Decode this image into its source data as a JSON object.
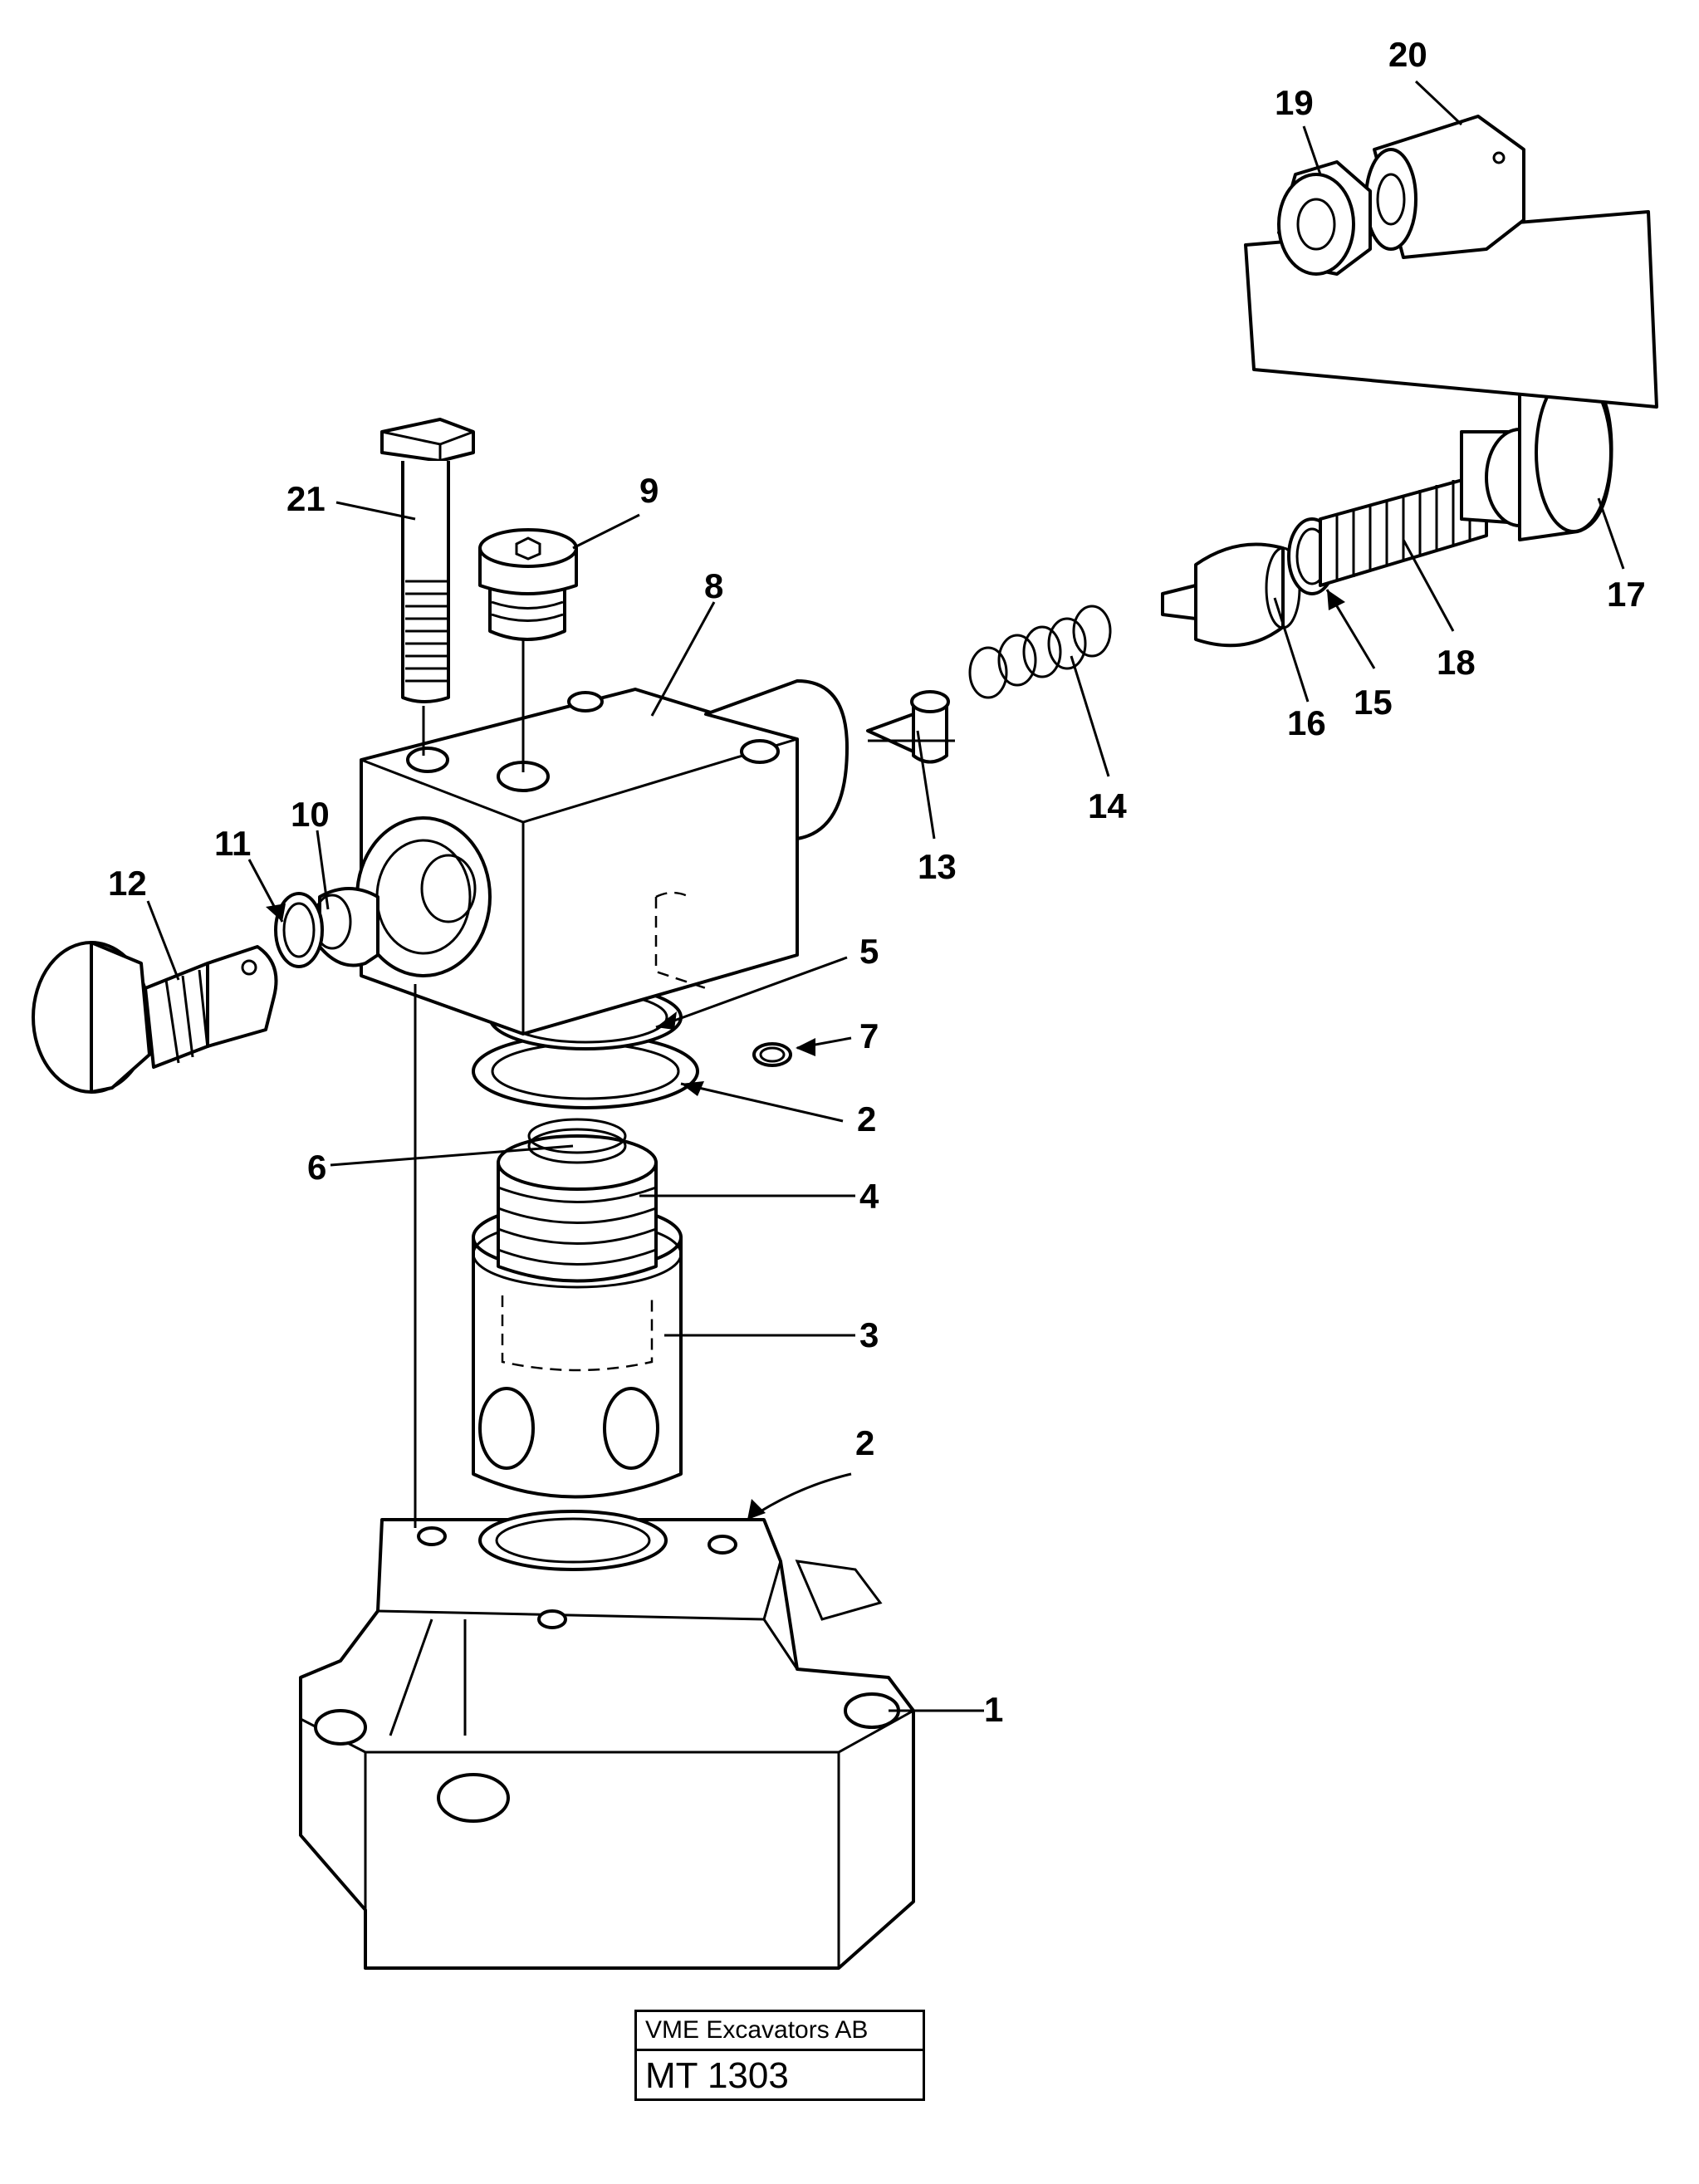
{
  "title_block": {
    "company": "VME Excavators AB",
    "drawing_number": "MT 1303"
  },
  "callouts": [
    {
      "id": "c1",
      "label": "1"
    },
    {
      "id": "c2a",
      "label": "2"
    },
    {
      "id": "c2b",
      "label": "2"
    },
    {
      "id": "c3",
      "label": "3"
    },
    {
      "id": "c4",
      "label": "4"
    },
    {
      "id": "c5",
      "label": "5"
    },
    {
      "id": "c6",
      "label": "6"
    },
    {
      "id": "c7",
      "label": "7"
    },
    {
      "id": "c8",
      "label": "8"
    },
    {
      "id": "c9",
      "label": "9"
    },
    {
      "id": "c10",
      "label": "10"
    },
    {
      "id": "c11",
      "label": "11"
    },
    {
      "id": "c12",
      "label": "12"
    },
    {
      "id": "c13",
      "label": "13"
    },
    {
      "id": "c14",
      "label": "14"
    },
    {
      "id": "c15",
      "label": "15"
    },
    {
      "id": "c16",
      "label": "16"
    },
    {
      "id": "c17",
      "label": "17"
    },
    {
      "id": "c18",
      "label": "18"
    },
    {
      "id": "c19",
      "label": "19"
    },
    {
      "id": "c20",
      "label": "20"
    },
    {
      "id": "c21",
      "label": "21"
    }
  ]
}
